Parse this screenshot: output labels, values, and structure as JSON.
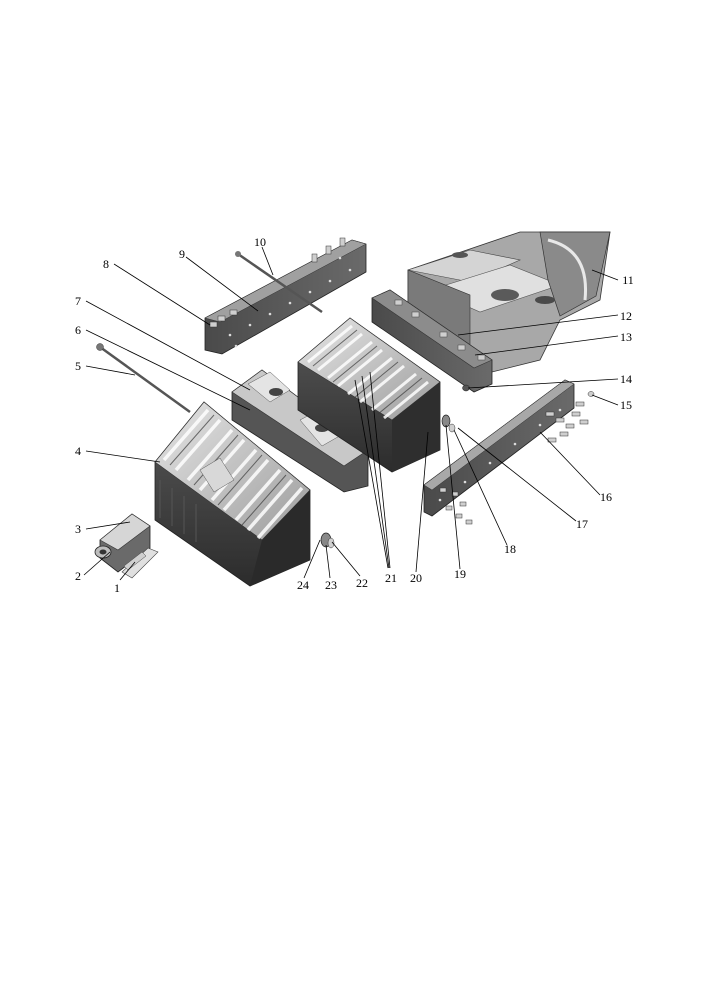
{
  "callouts": [
    "1",
    "2",
    "3",
    "4",
    "5",
    "6",
    "7",
    "8",
    "9",
    "10",
    "11",
    "12",
    "13",
    "14",
    "15",
    "16",
    "17",
    "18",
    "19",
    "20",
    "21",
    "22",
    "23",
    "24"
  ],
  "colors": {
    "part_dark": "#3a3a3a",
    "part_mid": "#6e6e6e",
    "part_light": "#b8b8b8",
    "part_highlight": "#e2e2e2",
    "line": "#000000"
  }
}
